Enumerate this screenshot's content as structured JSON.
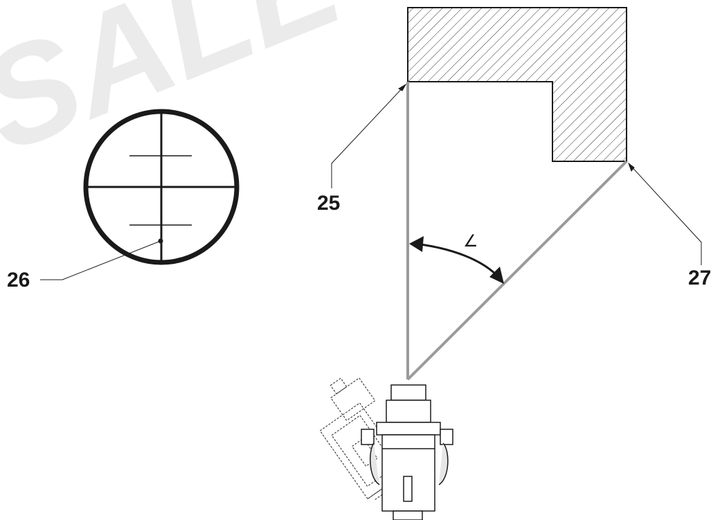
{
  "watermark": {
    "text": "SALE",
    "color": "#e9e9e9"
  },
  "callouts": {
    "corner_left": "25",
    "reticle_center": "26",
    "corner_right": "27"
  },
  "angle_symbol": "∠",
  "colors": {
    "outline": "#1a1a1a",
    "sight_lines": "#9a9a9a",
    "hatch": "#333333",
    "ghost_device": "#444444"
  },
  "icons": {
    "reticle": "crosshair-reticle-icon",
    "device": "laser-level-device-icon",
    "ghost_device": "rotated-device-outline-icon",
    "angle_arc": "double-headed-angle-arrow-icon"
  }
}
